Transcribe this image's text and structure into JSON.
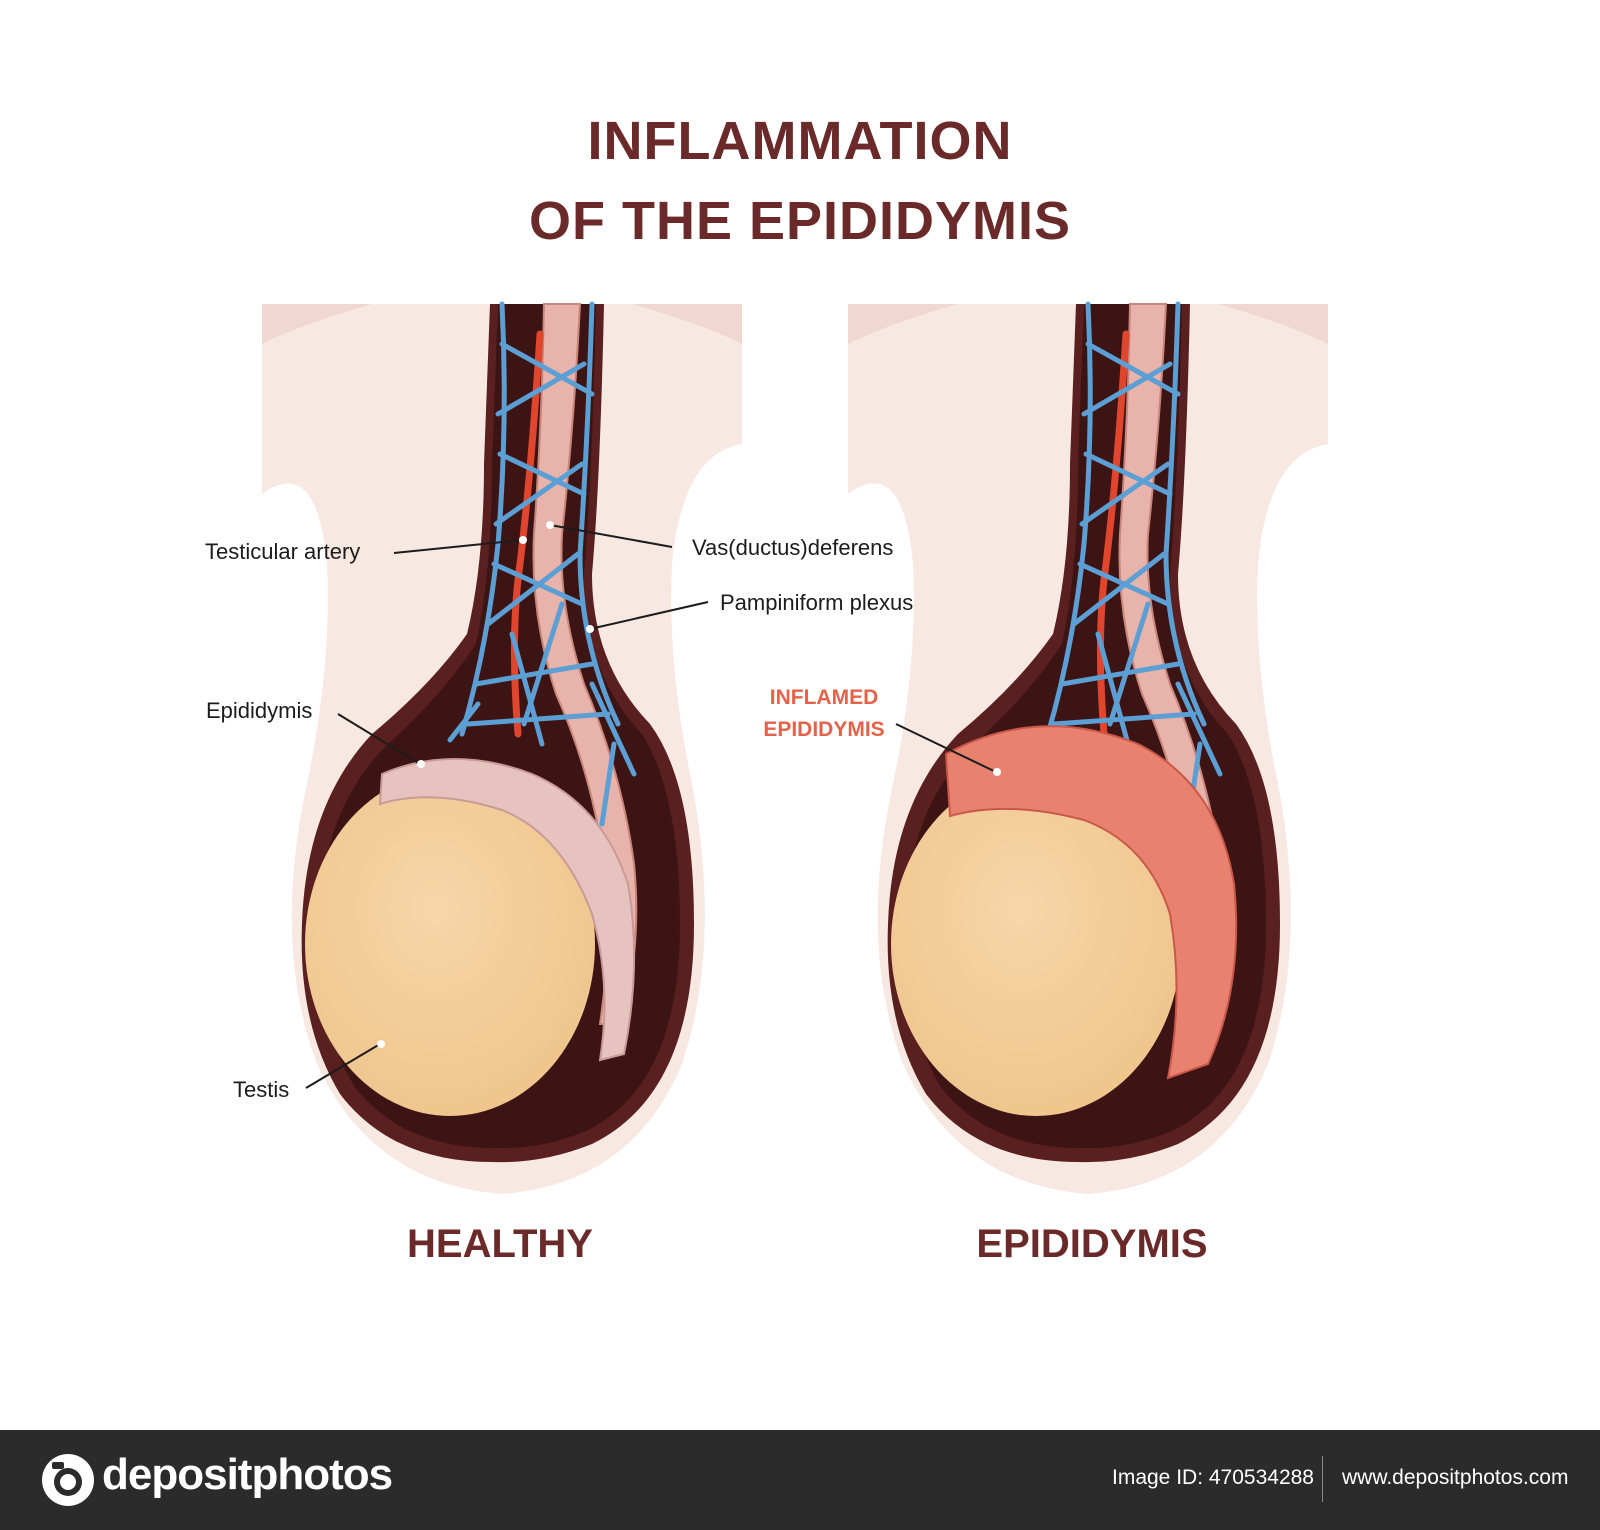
{
  "title": {
    "line1": "INFLAMMATION",
    "line2": "OF THE EPIDIDYMIS"
  },
  "labels": {
    "testicular_artery": "Testicular artery",
    "vas_deferens": "Vas(ductus)deferens",
    "pampiniform_plexus": "Pampiniform plexus",
    "epididymis": "Epididymis",
    "testis": "Testis",
    "inflamed_line1": "INFLAMED",
    "inflamed_line2": "EPIDIDYMIS"
  },
  "captions": {
    "left": "HEALTHY",
    "right": "EPIDIDYMIS"
  },
  "footer": {
    "logo_text": "depositphotos",
    "image_id": "Image ID: 470534288",
    "site_url": "www.depositphotos.com"
  },
  "watermark": "depositphotos",
  "colors": {
    "title": "#6b2a2a",
    "inflamed_accent": "#e2634c",
    "vein_blue": "#5b9fd4",
    "artery_red": "#e0452e",
    "testis_fill": "#f3cc97",
    "healthy_epididymis": "#e7c3bf",
    "inflamed_epididymis": "#e8826f",
    "scrotal_wall": "#5a1f1f",
    "skin_light": "#f7e8e2",
    "footer_bg": "#2b2b2b"
  }
}
